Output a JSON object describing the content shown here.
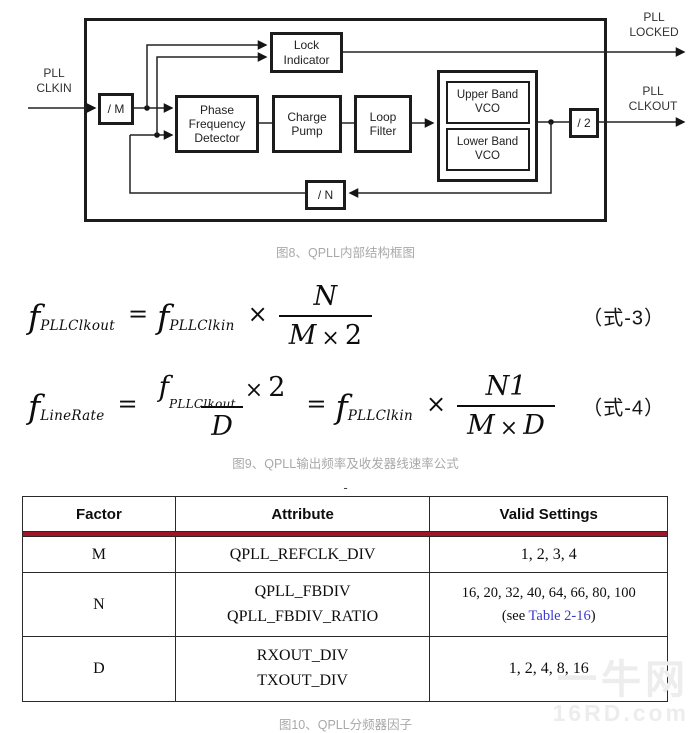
{
  "diagram": {
    "caption": "图8、QPLL内部结构框图",
    "external_labels": {
      "clkin_line1": "PLL",
      "clkin_line2": "CLKIN",
      "locked_line1": "PLL",
      "locked_line2": "LOCKED",
      "clkout_line1": "PLL",
      "clkout_line2": "CLKOUT"
    },
    "blocks": {
      "m_divider": "/ M",
      "lock_line1": "Lock",
      "lock_line2": "Indicator",
      "pfd_line1": "Phase",
      "pfd_line2": "Frequency",
      "pfd_line3": "Detector",
      "charge_line1": "Charge",
      "charge_line2": "Pump",
      "loop_line1": "Loop",
      "loop_line2": "Filter",
      "vco_upper_line1": "Upper Band",
      "vco_upper_line2": "VCO",
      "vco_lower_line1": "Lower Band",
      "vco_lower_line2": "VCO",
      "div2": "/ 2",
      "divn": "/ N"
    }
  },
  "formulas": {
    "caption": "图9、QPLL输出频率及收发器线速率公式",
    "eq3": {
      "lhs_f": "f",
      "lhs_sub": "PLLClkout",
      "equals": "=",
      "rhs_f": "f",
      "rhs_sub": "PLLClkin",
      "times": "×",
      "numerator": "N",
      "den_left": "M",
      "den_op": "×",
      "den_right": "2",
      "tag": "（式-3）"
    },
    "eq4": {
      "lhs_f": "f",
      "lhs_sub": "LineRate",
      "equals1": "=",
      "num1_f": "f",
      "num1_sub": "PLLClkout",
      "num1_op": "×",
      "num1_val": "2",
      "den1": "D",
      "equals2": "=",
      "rhs_f": "f",
      "rhs_sub": "PLLClkin",
      "times": "×",
      "num2": "N1",
      "den2_left": "M",
      "den2_op": "×",
      "den2_right": "D",
      "tag": "（式-4）"
    }
  },
  "stray_dash": "-",
  "table": {
    "caption": "图10、QPLL分频器因子",
    "accent_color": "#a11528",
    "link_color": "#3a3acc",
    "headers": [
      "Factor",
      "Attribute",
      "Valid Settings"
    ],
    "rows": [
      {
        "factor": "M",
        "attributes": [
          "QPLL_REFCLK_DIV"
        ],
        "settings_line1": "1, 2, 3, 4"
      },
      {
        "factor": "N",
        "attributes": [
          "QPLL_FBDIV",
          "QPLL_FBDIV_RATIO"
        ],
        "settings_line1": "16, 20, 32, 40, 64, 66, 80, 100",
        "settings_line2_prefix": "(see ",
        "settings_link": "Table 2-16",
        "settings_line2_suffix": ")"
      },
      {
        "factor": "D",
        "attributes": [
          "RXOUT_DIV",
          "TXOUT_DIV"
        ],
        "settings_line1": "1, 2, 4, 8, 16"
      }
    ]
  },
  "watermark": {
    "line1": "一牛网",
    "line2": "16RD.com"
  }
}
